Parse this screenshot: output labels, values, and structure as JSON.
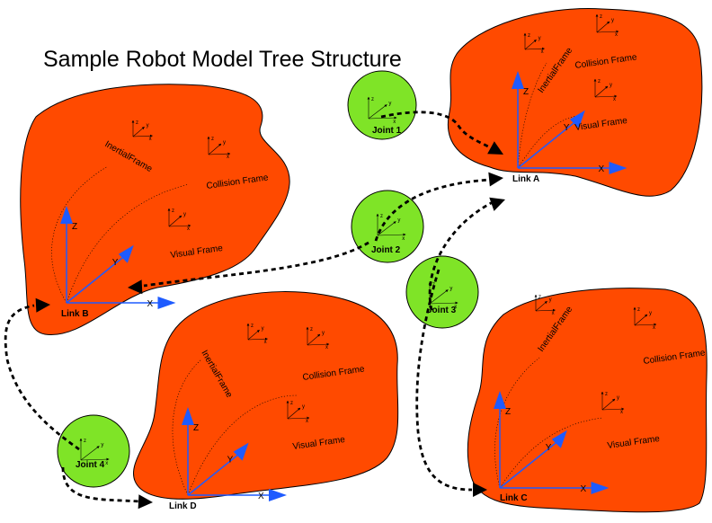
{
  "title": "Sample Robot Model Tree Structure",
  "colors": {
    "link_fill": "#ff4a00",
    "joint_fill": "#7fe427",
    "axis_blue": "#1e5bff",
    "outline": "#000000"
  },
  "links": [
    {
      "id": "A",
      "label": "Link A",
      "inertial_label": "InertialFrame",
      "collision_label": "Collision Frame",
      "visual_label": "Visual Frame",
      "axes": {
        "x": "X",
        "y": "Y",
        "z": "Z"
      }
    },
    {
      "id": "B",
      "label": "Link B",
      "inertial_label": "InertialFrame",
      "collision_label": "Collision Frame",
      "visual_label": "Visual Frame",
      "axes": {
        "x": "X",
        "y": "Y",
        "z": "Z"
      }
    },
    {
      "id": "C",
      "label": "Link C",
      "inertial_label": "InertialFrame",
      "collision_label": "Collision Frame",
      "visual_label": "Visual Frame",
      "axes": {
        "x": "X",
        "y": "Y",
        "z": "Z"
      }
    },
    {
      "id": "D",
      "label": "Link D",
      "inertial_label": "InertialFrame",
      "collision_label": "Collision Frame",
      "visual_label": "Visual Frame",
      "axes": {
        "x": "X",
        "y": "Y",
        "z": "Z"
      }
    }
  ],
  "joints": [
    {
      "id": "1",
      "label": "Joint 1",
      "axes": {
        "x": "x",
        "y": "y",
        "z": "z"
      }
    },
    {
      "id": "2",
      "label": "Joint 2",
      "axes": {
        "x": "x",
        "y": "y",
        "z": "z"
      }
    },
    {
      "id": "3",
      "label": "Joint 3",
      "axes": {
        "x": "x",
        "y": "y",
        "z": "z"
      }
    },
    {
      "id": "4",
      "label": "Joint 4",
      "axes": {
        "x": "x",
        "y": "y",
        "z": "z"
      }
    }
  ],
  "small_axes": {
    "x": "x",
    "y": "y",
    "z": "z"
  }
}
